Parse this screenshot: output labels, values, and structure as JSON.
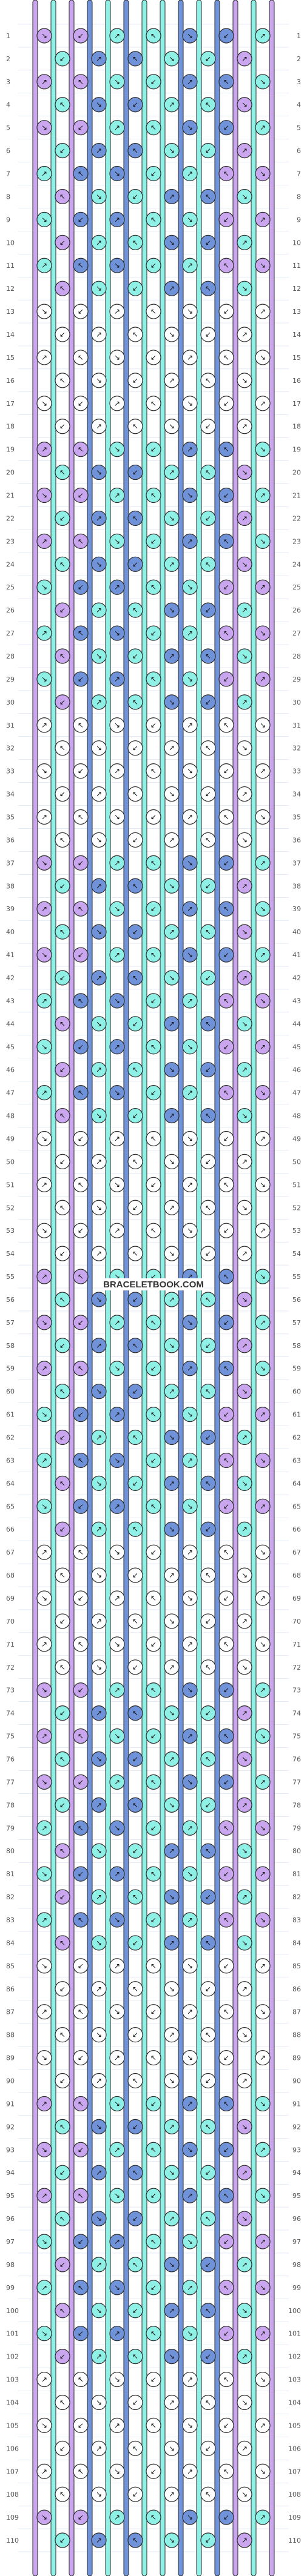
{
  "watermark": "BRACELETBOOK.COM",
  "pattern": {
    "rows": 110,
    "strings": 14,
    "colors": {
      "lavender": "#c9a6ee",
      "blue": "#6f92d8",
      "aqua": "#8ff0e6",
      "white": "#ffffff",
      "outline": "#2a2a2a",
      "grid": "#c8d4ee"
    },
    "string_colors_left_to_right": [
      "lavender",
      "aqua",
      "lavender",
      "blue",
      "aqua",
      "blue",
      "aqua",
      "aqua",
      "blue",
      "aqua",
      "blue",
      "lavender",
      "aqua",
      "lavender"
    ],
    "row_labels": [
      "1",
      "2",
      "3",
      "4",
      "5",
      "6",
      "7",
      "8",
      "9",
      "10",
      "11",
      "12",
      "13",
      "14",
      "15",
      "16",
      "17",
      "18",
      "19",
      "20",
      "21",
      "22",
      "23",
      "24",
      "25",
      "26",
      "27",
      "28",
      "29",
      "30",
      "31",
      "32",
      "33",
      "34",
      "35",
      "36",
      "37",
      "38",
      "39",
      "40",
      "41",
      "42",
      "43",
      "44",
      "45",
      "46",
      "47",
      "48",
      "49",
      "50",
      "51",
      "52",
      "53",
      "54",
      "55",
      "56",
      "57",
      "58",
      "59",
      "60",
      "61",
      "62",
      "63",
      "64",
      "65",
      "66",
      "67",
      "68",
      "69",
      "70",
      "71",
      "72",
      "73",
      "74",
      "75",
      "76",
      "77",
      "78",
      "79",
      "80",
      "81",
      "82",
      "83",
      "84",
      "85",
      "86",
      "87",
      "88",
      "89",
      "90",
      "91",
      "92",
      "93",
      "94",
      "95",
      "96",
      "97",
      "98",
      "99",
      "100",
      "101",
      "102",
      "103",
      "104",
      "105",
      "106",
      "107",
      "108",
      "109",
      "110"
    ]
  }
}
